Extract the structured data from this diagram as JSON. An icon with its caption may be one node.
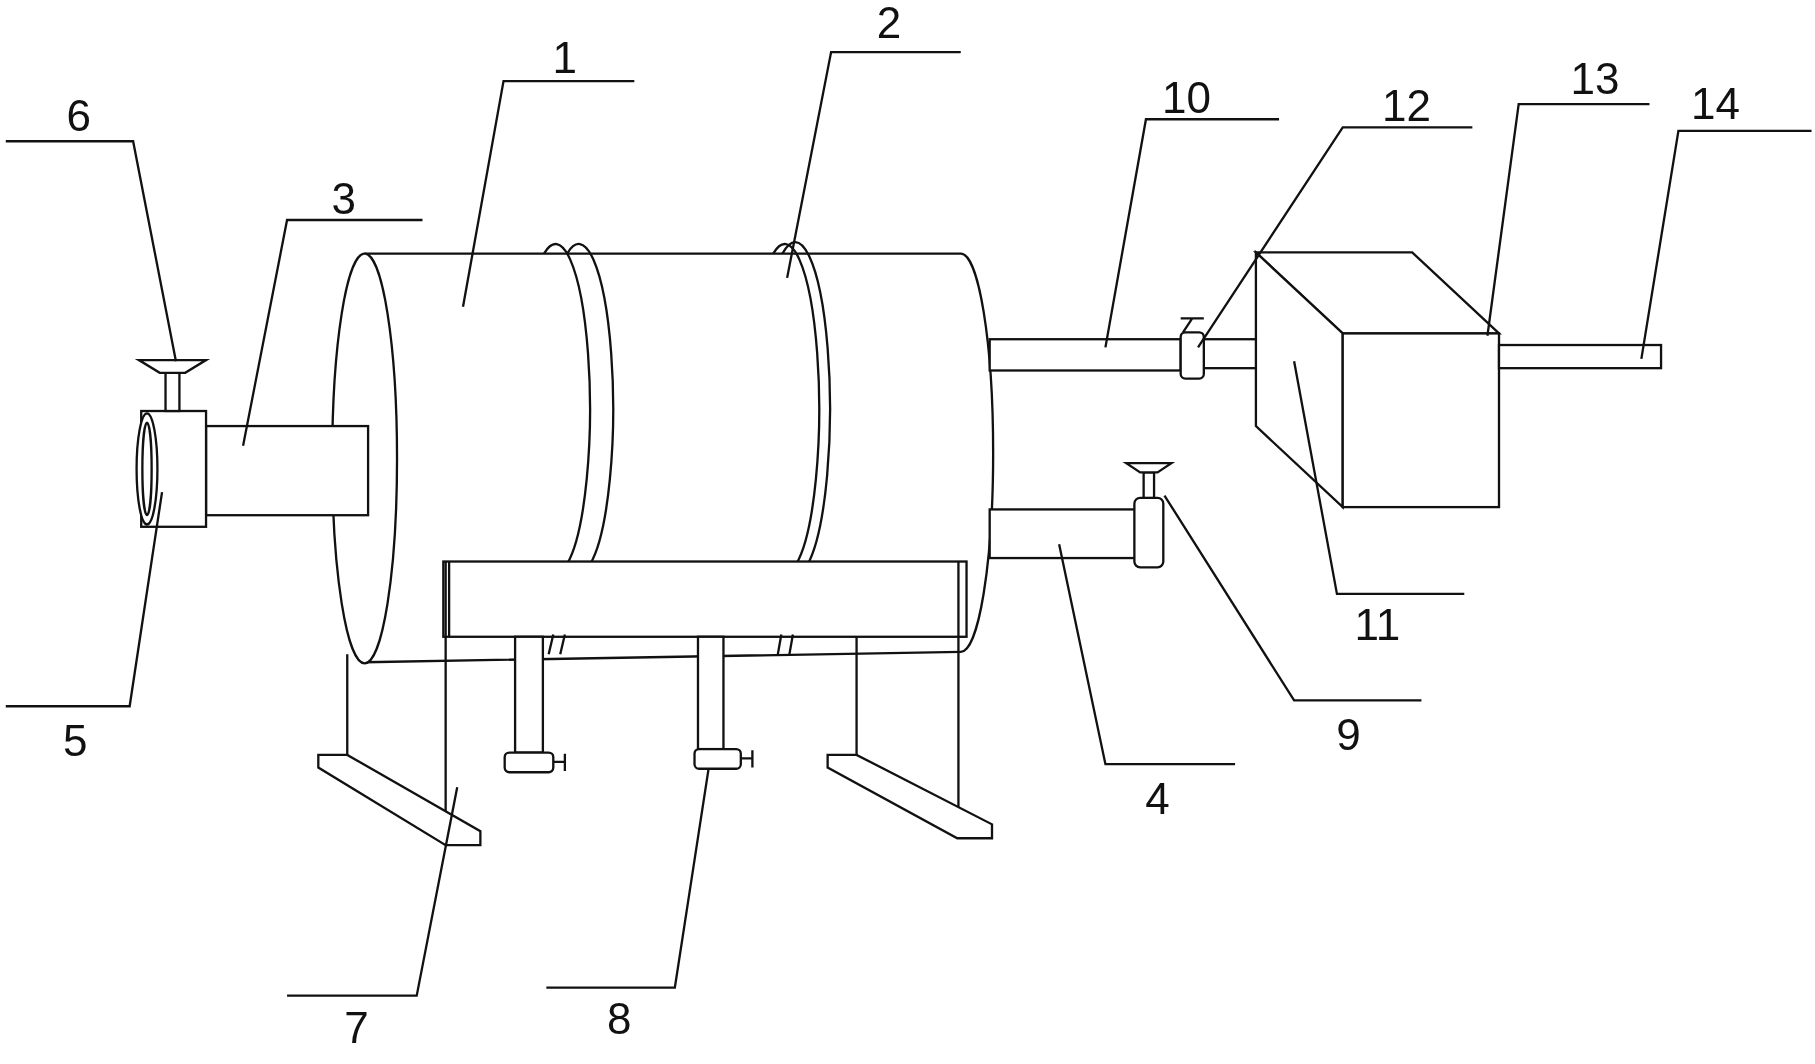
{
  "diagram": {
    "nodes": [
      {
        "text": [
          "6"
        ]
      },
      {
        "text": [
          "3"
        ]
      },
      {
        "text": [
          "1"
        ]
      },
      {
        "text": [
          "2"
        ]
      },
      {
        "text": [
          "10"
        ]
      },
      {
        "text": [
          "12"
        ]
      },
      {
        "text": [
          "13"
        ]
      },
      {
        "text": [
          "14"
        ]
      },
      {
        "text": [
          "5"
        ]
      },
      {
        "text": [
          "7"
        ]
      },
      {
        "text": [
          "8"
        ]
      },
      {
        "text": [
          "4"
        ]
      },
      {
        "text": [
          "9"
        ]
      },
      {
        "text": [
          "11"
        ]
      }
    ],
    "edges": [
      {
        "from": 0,
        "to": null,
        "arrow": "none"
      },
      {
        "from": 1,
        "to": null,
        "arrow": "none"
      },
      {
        "from": 2,
        "to": null,
        "arrow": "none"
      },
      {
        "from": 3,
        "to": null,
        "arrow": "none"
      },
      {
        "from": 4,
        "to": null,
        "arrow": "none"
      },
      {
        "from": 5,
        "to": null,
        "arrow": "none"
      },
      {
        "from": 6,
        "to": null,
        "arrow": "none"
      },
      {
        "from": 7,
        "to": null,
        "arrow": "none"
      },
      {
        "from": 8,
        "to": null,
        "arrow": "none"
      },
      {
        "from": 9,
        "to": null,
        "arrow": "none"
      },
      {
        "from": 10,
        "to": null,
        "arrow": "none"
      },
      {
        "from": 11,
        "to": null,
        "arrow": "none"
      },
      {
        "from": 12,
        "to": null,
        "arrow": "none"
      },
      {
        "from": 13,
        "to": null,
        "arrow": "none"
      }
    ]
  }
}
